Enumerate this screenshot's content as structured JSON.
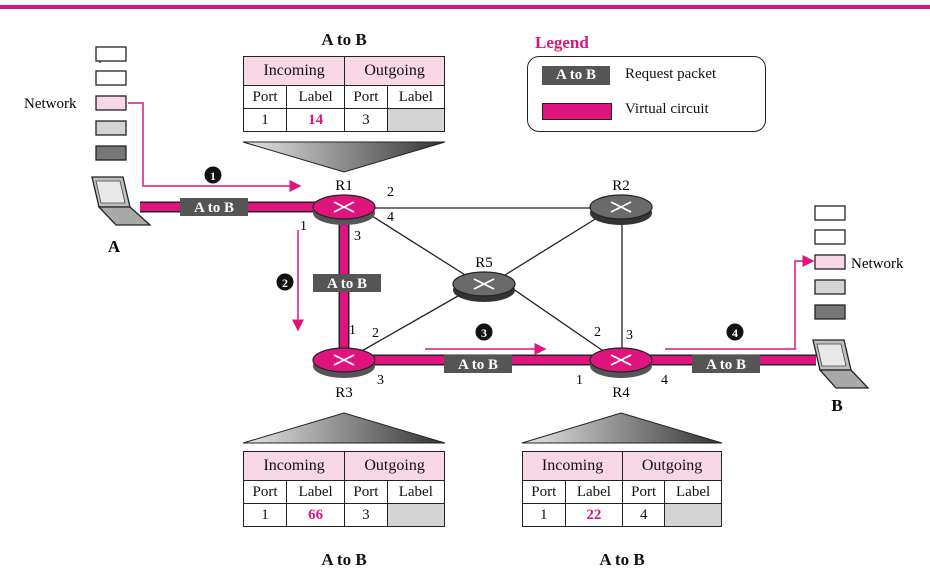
{
  "colors": {
    "accent": "#e0147f",
    "router_active": "#e0147f",
    "router_idle": "#666666",
    "packet": "#555555",
    "empty_cell": "#d4d4d4",
    "header_fill": "#f8d7e6"
  },
  "legend": {
    "title": "Legend",
    "request_packet_chip": "A to B",
    "request_packet_label": "Request packet",
    "virtual_circuit_label": "Virtual circuit"
  },
  "hosts": {
    "a": "A",
    "b": "B",
    "network_a": "Network",
    "network_b": "Network"
  },
  "routers": {
    "r1": "R1",
    "r2": "R2",
    "r3": "R3",
    "r4": "R4",
    "r5": "R5"
  },
  "ports": {
    "r1_left": "1",
    "r1_right": "2",
    "r1_down": "3",
    "r1_diag": "4",
    "r3_up": "1",
    "r3_diag": "2",
    "r3_right": "3",
    "r4_left": "1",
    "r4_diag": "2",
    "r4_up": "3",
    "r4_right": "4"
  },
  "steps": [
    "1",
    "2",
    "3",
    "4"
  ],
  "packet_label": "A to B",
  "tables": {
    "r1": {
      "title": "A to B",
      "incoming": "Incoming",
      "outgoing": "Outgoing",
      "col_port": "Port",
      "col_label": "Label",
      "in_port": "1",
      "in_label": "14",
      "out_port": "3",
      "out_label": ""
    },
    "r3": {
      "title": "A to B",
      "incoming": "Incoming",
      "outgoing": "Outgoing",
      "col_port": "Port",
      "col_label": "Label",
      "in_port": "1",
      "in_label": "66",
      "out_port": "3",
      "out_label": ""
    },
    "r4": {
      "title": "A to B",
      "incoming": "Incoming",
      "outgoing": "Outgoing",
      "col_port": "Port",
      "col_label": "Label",
      "in_port": "1",
      "in_label": "22",
      "out_port": "4",
      "out_label": ""
    }
  }
}
